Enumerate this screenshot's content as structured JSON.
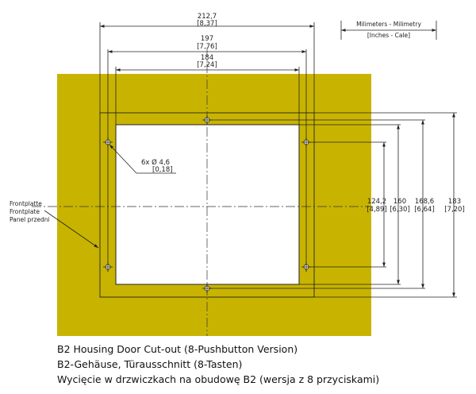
{
  "units_legend": {
    "primary": "Milimeters - Milimetry",
    "secondary": "[Inches - Cale]"
  },
  "dimensions": {
    "w_outer": {
      "mm": "212,7",
      "in": "[8,37]"
    },
    "w_mid": {
      "mm": "197",
      "in": "[7,76]"
    },
    "w_inner": {
      "mm": "184",
      "in": "[7,24]"
    },
    "h_1": {
      "mm": "124,2",
      "in": "[4,89]"
    },
    "h_2": {
      "mm": "160",
      "in": "[6,30]"
    },
    "h_3": {
      "mm": "168,6",
      "in": "[6,64]"
    },
    "h_4": {
      "mm": "183",
      "in": "[7,20]"
    }
  },
  "holes": {
    "label": "6x  Ø 4,6",
    "in": "[0,18]"
  },
  "frontplate_label": [
    "Frontplatte",
    "Frontplate",
    "Panel przedni"
  ],
  "colors": {
    "panel": "#c8b400",
    "cutout": "#ffffff",
    "lines": "#222222"
  },
  "captions": [
    "B2 Housing Door Cut-out (8-Pushbutton Version)",
    "B2-Gehäuse, Türausschnitt (8-Tasten)",
    "Wycięcie w drzwiczkach na obudowę B2 (wersja z 8 przyciskami)"
  ]
}
